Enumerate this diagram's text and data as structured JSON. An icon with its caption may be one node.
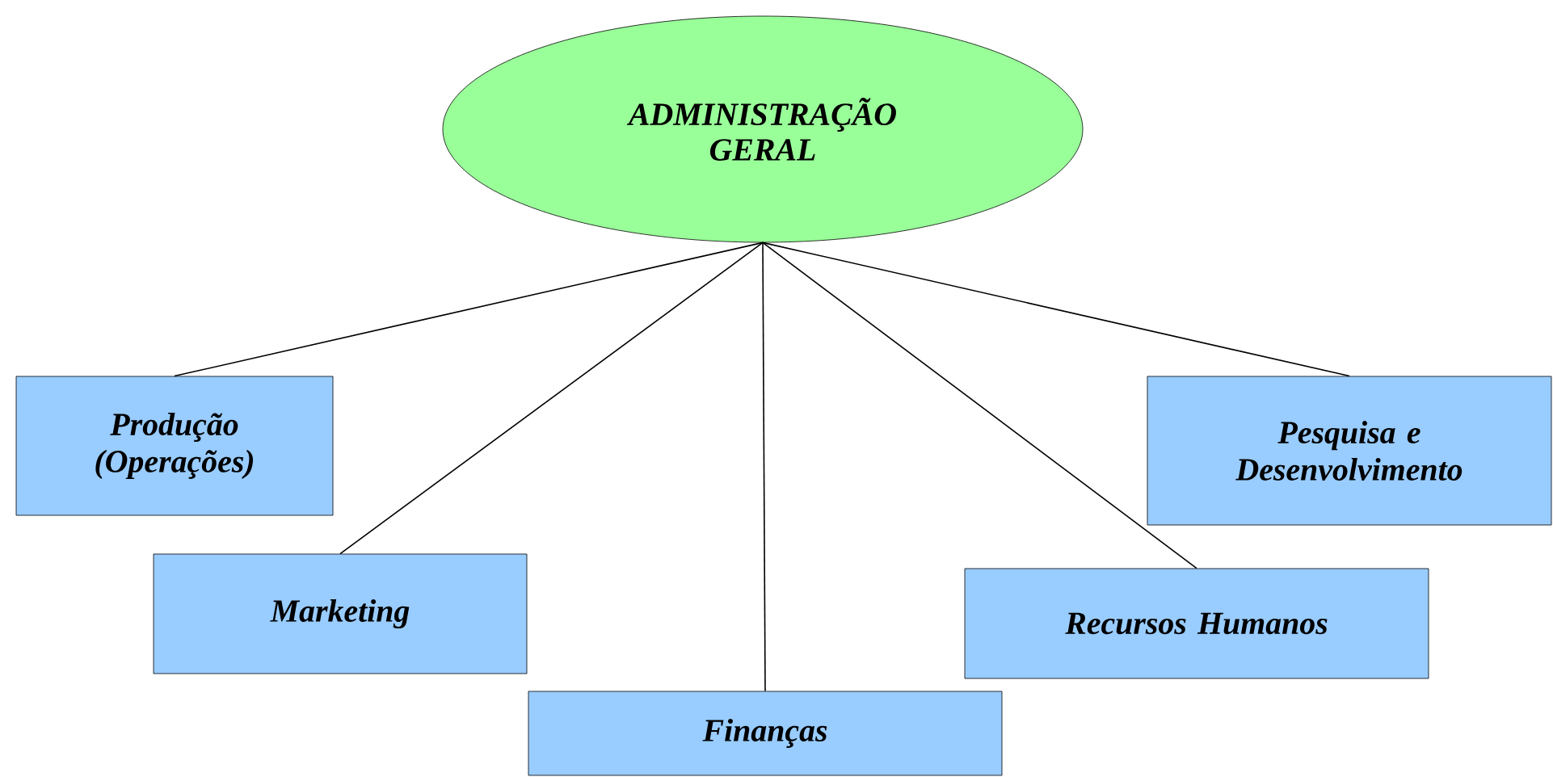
{
  "diagram": {
    "nodes": [
      {
        "text": [
          "ADMINISTRAÇÃO GERAL"
        ]
      },
      {
        "text": [
          "Produção (Operações)"
        ]
      },
      {
        "text": [
          "Pesquisa e Desenvolvimento"
        ]
      },
      {
        "text": [
          "Marketing"
        ]
      },
      {
        "text": [
          "Recursos Humanos"
        ]
      },
      {
        "text": [
          "Finanças"
        ]
      }
    ],
    "edges": [
      {
        "from": 0,
        "to": 1,
        "arrow": "none"
      },
      {
        "from": 0,
        "to": 3,
        "arrow": "none"
      },
      {
        "from": 0,
        "to": 5,
        "arrow": "none"
      },
      {
        "from": 0,
        "to": 4,
        "arrow": "none"
      },
      {
        "from": 0,
        "to": 2,
        "arrow": "none"
      }
    ]
  }
}
